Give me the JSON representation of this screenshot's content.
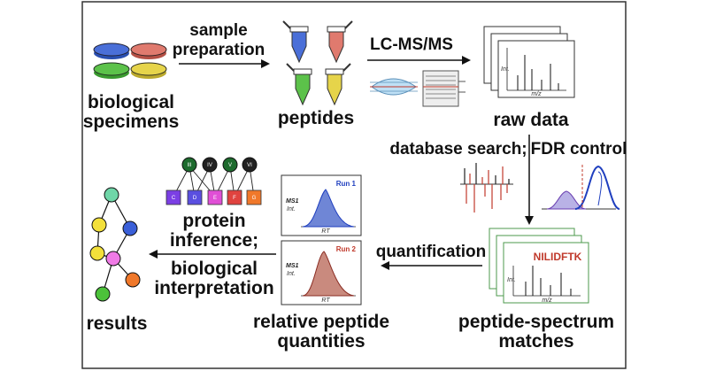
{
  "labels": {
    "bio1": "biological",
    "bio2": "specimens",
    "prep1": "sample",
    "prep2": "preparation",
    "peptides": "peptides",
    "lcms": "LC-MS/MS",
    "raw": "raw data",
    "dbsearch": "database search;",
    "fdr": "FDR control",
    "psm1": "peptide-spectrum",
    "psm2": "matches",
    "quant": "quantification",
    "rpq1": "relative peptide",
    "rpq2": "quantities",
    "prot1": "protein",
    "prot2": "inference;",
    "bioint1": "biological",
    "bioint2": "interpretation",
    "results": "results"
  },
  "spectrum_axes": {
    "int": "Int.",
    "mz": "m/z"
  },
  "psm_sequence": "NILIDFTK",
  "runs": [
    {
      "name": "Run 1",
      "ms1": "MS1",
      "int": "Int.",
      "rt": "RT",
      "color": "#1f3fbf",
      "fill": "#6f86d6"
    },
    {
      "name": "Run 2",
      "ms1": "MS1",
      "int": "Int.",
      "rt": "RT",
      "color": "#c0392b",
      "fill": "#c98a7e"
    }
  ],
  "protein_nodes": [
    "III",
    "IV",
    "V",
    "VI"
  ],
  "peptide_nodes": [
    {
      "label": "C",
      "color": "#7b3fe4"
    },
    {
      "label": "D",
      "color": "#5a4fe0"
    },
    {
      "label": "E",
      "color": "#e04fd6"
    },
    {
      "label": "F",
      "color": "#e0433f"
    },
    {
      "label": "G",
      "color": "#f0782a"
    }
  ],
  "colors": {
    "dish_blue": "#4a6fd8",
    "dish_red": "#e07a6e",
    "dish_green": "#5cc24a",
    "dish_yellow": "#e6d44a",
    "psm_green": "#4c9a4c",
    "accent_red": "#c0392b"
  }
}
